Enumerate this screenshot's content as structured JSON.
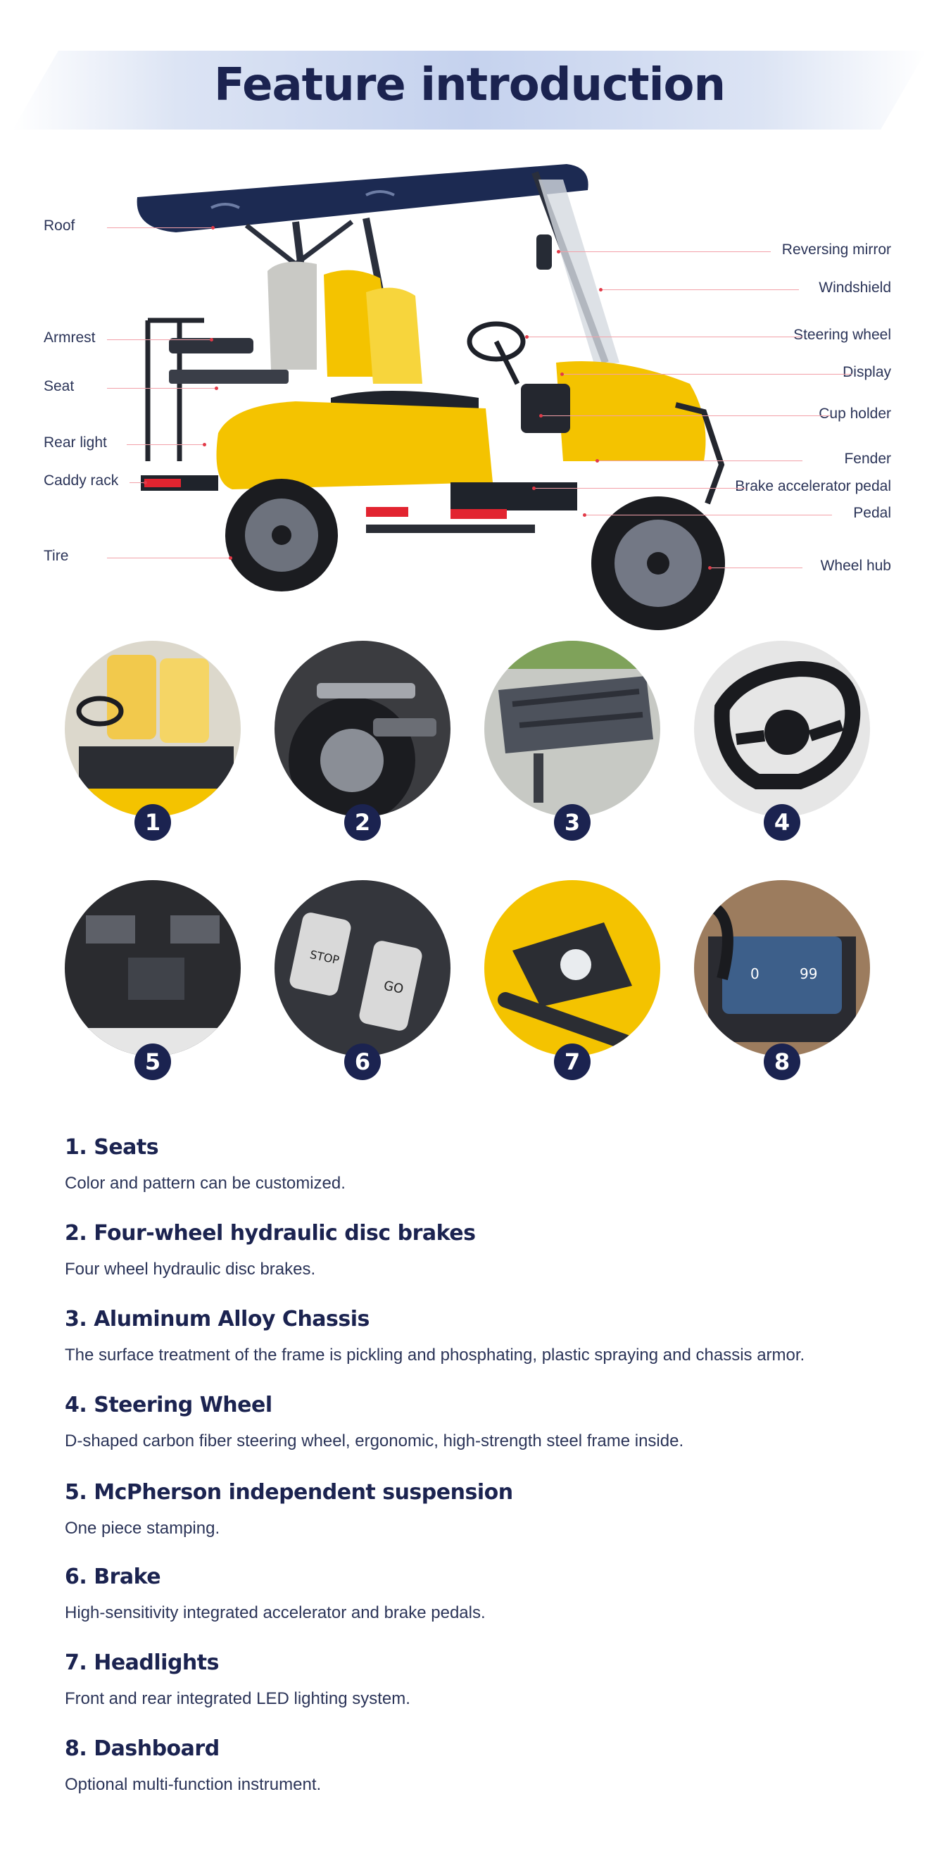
{
  "header": {
    "title": "Feature introduction"
  },
  "callouts": {
    "left": [
      "Roof",
      "Armrest",
      "Seat",
      "Rear light",
      "Caddy rack",
      "Tire"
    ],
    "right": [
      "Reversing mirror",
      "Windshield",
      "Steering wheel",
      "Display",
      "Cup holder",
      "Fender",
      "Brake accelerator pedal",
      "Pedal",
      "Wheel hub"
    ]
  },
  "circles": [
    {
      "number": "1",
      "icon": "seats-photo"
    },
    {
      "number": "2",
      "icon": "disc-brake-photo"
    },
    {
      "number": "3",
      "icon": "chassis-photo"
    },
    {
      "number": "4",
      "icon": "steering-wheel-photo"
    },
    {
      "number": "5",
      "icon": "suspension-photo"
    },
    {
      "number": "6",
      "icon": "pedals-photo"
    },
    {
      "number": "7",
      "icon": "headlight-photo"
    },
    {
      "number": "8",
      "icon": "dashboard-photo"
    }
  ],
  "pedal_labels": {
    "stop": "STOP",
    "go": "GO"
  },
  "dashboard_readout": {
    "left": "0",
    "right": "99"
  },
  "features": [
    {
      "title": "1. Seats",
      "desc": "Color and pattern can be customized."
    },
    {
      "title": "2. Four-wheel hydraulic disc brakes",
      "desc": "Four wheel hydraulic disc brakes."
    },
    {
      "title": "3. Aluminum Alloy Chassis",
      "desc": "The surface treatment of the frame is pickling and phosphating, plastic spraying and chassis armor."
    },
    {
      "title": "4. Steering Wheel",
      "desc": "D-shaped carbon fiber steering wheel, ergonomic, high-strength steel frame inside."
    },
    {
      "title": "5. McPherson independent suspension",
      "desc": "One piece stamping."
    },
    {
      "title": "6. Brake",
      "desc": "High-sensitivity integrated accelerator and brake pedals."
    },
    {
      "title": "7. Headlights",
      "desc": "Front and rear integrated LED lighting system."
    },
    {
      "title": "8. Dashboard",
      "desc": "Optional multi-function instrument."
    }
  ],
  "colors": {
    "navy": "#1b2350",
    "yellow": "#f4c300",
    "leader": "#f2a0a8"
  }
}
